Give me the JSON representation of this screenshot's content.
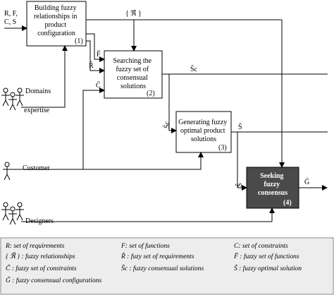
{
  "inputs": {
    "requirements_top": "R, F,",
    "requirements_bottom": "C, S",
    "domains_line1": "Domains",
    "domains_line2": "expertise",
    "customer": "Customer",
    "designers": "Designers"
  },
  "boxes": {
    "b1": {
      "lines": [
        "Building fuzzy",
        "relationships in",
        "product",
        "configuration"
      ],
      "num": "(1)"
    },
    "b2": {
      "lines": [
        "Searching the",
        "fuzzy set of",
        "consensual",
        "solutions"
      ],
      "num": "(2)"
    },
    "b3": {
      "lines": [
        "Generating fuzzy",
        "optimal product",
        "solutions"
      ],
      "num": "(3)"
    },
    "b4": {
      "lines": [
        "Seeking",
        "fuzzy",
        "consensus"
      ],
      "num": "(4)"
    }
  },
  "flows": {
    "relationships": "{ ℜ̃ }",
    "f": "F̃",
    "r": "R̃",
    "c": "C̃",
    "sc_out": "S̃c",
    "sc_in": "S̃c",
    "s_out": "S̃",
    "s_in": "S̃",
    "g_out": "G̃"
  },
  "legend": {
    "r1c1": "R: set of requirements",
    "r1c2": "F: set of functions",
    "r1c3": "C: set of constraints",
    "r2c1": "{ ℜ̃ } : fuzzy relationships",
    "r2c2": "R̃ : fuzy set of requirements",
    "r2c3": "F̃ : fuzzy set of functions",
    "r3c1": "C̃ : fuzzy set of constraints",
    "r3c2": "S̃c : fuzzy consensual solutions",
    "r3c3": "S̃ : fuzzy optimal solution",
    "r4c1": "G̃ : fuzzy consensual configurations"
  },
  "colors": {
    "dark_box": "#4a4a4a",
    "legend_bg": "#ededed"
  }
}
